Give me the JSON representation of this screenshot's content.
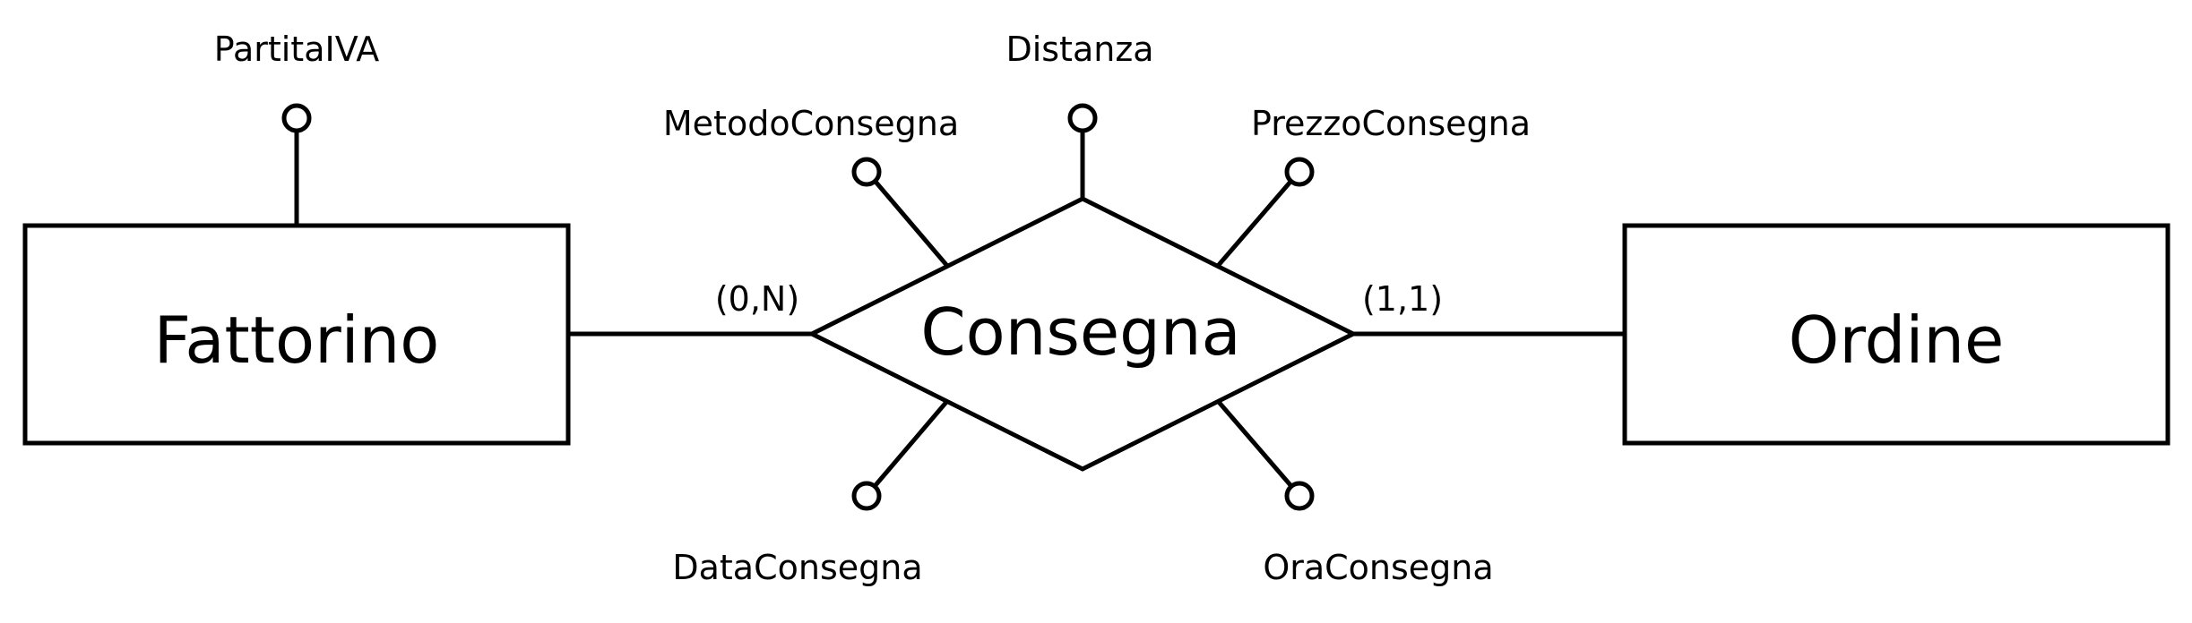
{
  "entities": {
    "left": {
      "name": "Fattorino"
    },
    "right": {
      "name": "Ordine"
    }
  },
  "relationship": {
    "name": "Consegna"
  },
  "cardinalities": {
    "left": "(0,N)",
    "right": "(1,1)"
  },
  "attributes": {
    "fattorino": [
      "PartitaIVA"
    ],
    "consegna": {
      "top": "Distanza",
      "upper_left": "MetodoConsegna",
      "upper_right": "PrezzoConsegna",
      "lower_left": "DataConsegna",
      "lower_right": "OraConsegna"
    }
  }
}
